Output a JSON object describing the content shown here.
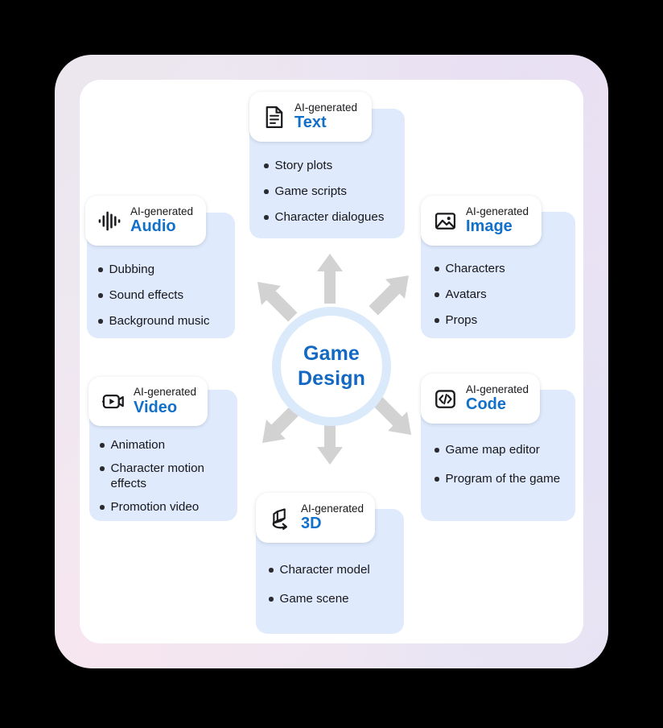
{
  "theme": {
    "accent_blue": "#1370c9",
    "panel_blue": "#dfeafc",
    "ring_blue": "#daeafb",
    "arrow_gray": "#d2d2d3",
    "text_dark": "#17171b"
  },
  "center": {
    "line1": "Game",
    "line2": "Design"
  },
  "kicker": "AI-generated",
  "groups": [
    {
      "key": "text",
      "icon": "document-icon",
      "kicker": "AI-generated",
      "title": "Text",
      "bullets": [
        "Story plots",
        "Game scripts",
        "Character dialogues"
      ]
    },
    {
      "key": "audio",
      "icon": "waveform-icon",
      "kicker": "AI-generated",
      "title": "Audio",
      "bullets": [
        "Dubbing",
        "Sound effects",
        "Background music"
      ]
    },
    {
      "key": "image",
      "icon": "picture-icon",
      "kicker": "AI-generated",
      "title": "Image",
      "bullets": [
        "Characters",
        "Avatars",
        "Props"
      ]
    },
    {
      "key": "video",
      "icon": "video-camera-icon",
      "kicker": "AI-generated",
      "title": "Video",
      "bullets": [
        "Animation",
        "Character motion effects",
        "Promotion video"
      ]
    },
    {
      "key": "code",
      "icon": "code-brackets-icon",
      "kicker": "AI-generated",
      "title": "Code",
      "bullets": [
        "Game map editor",
        "Program of the game"
      ]
    },
    {
      "key": "3d",
      "icon": "rotating-cube-icon",
      "kicker": "AI-generated",
      "title": "3D",
      "bullets": [
        "Character model",
        "Game scene"
      ]
    }
  ]
}
